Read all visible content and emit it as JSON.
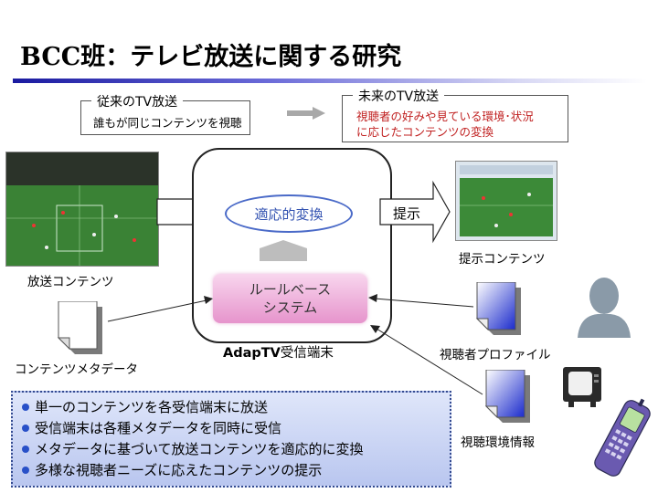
{
  "title": "BCC班：テレビ放送に関する研究",
  "past": {
    "label": "従来のTV放送",
    "description": "誰もが同じコンテンツを視聴"
  },
  "future": {
    "label": "未来のTV放送",
    "line1": "視聴者の好みや見ている環境･状況",
    "line2": "に応じたコンテンツの変換"
  },
  "broadcast_caption": "放送コンテンツ",
  "presented_caption": "提示コンテンツ",
  "terminal": {
    "name_bold": "AdapTV",
    "name_rest": "受信端末",
    "adaptive": "適応的変換",
    "rule_line1": "ルールベース",
    "rule_line2": "システム"
  },
  "present_label": "提示",
  "metadata_caption": "コンテンツメタデータ",
  "profile_caption": "視聴者プロファイル",
  "env_caption": "視聴環境情報",
  "bullets": [
    "単一のコンテンツを各受信端末に放送",
    "受信端末は各種メタデータを同時に受信",
    "メタデータに基づいて放送コンテンツを適応的に変換",
    "多様な視聴者ニーズに応えたコンテンツの提示"
  ],
  "colors": {
    "accent_blue": "#2850c8",
    "future_text": "#c02020",
    "rule_box": "#e694cc"
  }
}
